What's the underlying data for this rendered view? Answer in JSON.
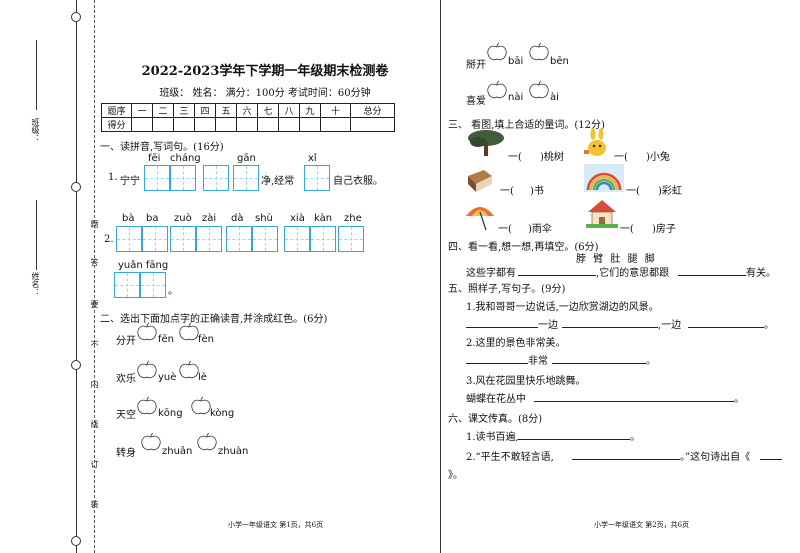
{
  "binding": {
    "class_label": "班级：",
    "name_label": "姓名：",
    "seal_chars": [
      "题",
      "答",
      "要",
      "不",
      "内",
      "线",
      "订",
      "装"
    ]
  },
  "page1": {
    "title": "2022-2023学年下学期一年级期末检测卷",
    "info": "班级：    姓名：   满分：100分   考试时间：60分钟",
    "score_row1": [
      "题序",
      "一",
      "二",
      "三",
      "四",
      "五",
      "六",
      "七",
      "八",
      "九",
      "十",
      "总分"
    ],
    "score_row2": [
      "得分",
      "",
      "",
      "",
      "",
      "",
      "",
      "",
      "",
      "",
      "",
      ""
    ],
    "q1": {
      "heading": "一、读拼音,写词句。(16分)",
      "line1": {
        "no": "1.",
        "pre": "宁宁",
        "py1": "fēi",
        "py2": "cháng",
        "py3": "gān",
        "mid": "净,经常",
        "py4": "xǐ",
        "post": "自己衣服。"
      },
      "line2": {
        "no": "2.",
        "py": [
          "bà",
          "ba",
          "zuò",
          "zài",
          "dà",
          "shù",
          "xià",
          "kàn",
          "zhe"
        ]
      },
      "line3": {
        "py": "yuǎn fāng",
        "end": "。"
      }
    },
    "q2": {
      "heading": "二、选出下面加点字的正确读音,并涂成红色。(6分)",
      "rows": [
        {
          "word": "分开",
          "a": "fēn",
          "b": "fèn"
        },
        {
          "word": "欢乐",
          "a": "yuè",
          "b": "lè"
        },
        {
          "word": "天空",
          "a": "kōng",
          "b": "kòng"
        },
        {
          "word": "转身",
          "a": "zhuǎn",
          "b": "zhuàn"
        }
      ]
    },
    "footer": "小学一年级语文  第1页，共6页"
  },
  "page2": {
    "top_rows": [
      {
        "word": "掰开",
        "a": "bāi",
        "b": "bēn"
      },
      {
        "word": "喜爱",
        "a": "nài",
        "b": "ài"
      }
    ],
    "q3": {
      "heading": "三、 看图,填上合适的量词。(12分)",
      "items": [
        {
          "icon": "tree-icon",
          "pre": "一(",
          "post": ")桃树"
        },
        {
          "icon": "rabbit-icon",
          "pre": "一(",
          "post": ")小兔"
        },
        {
          "icon": "book-icon",
          "pre": "一(",
          "post": ")书"
        },
        {
          "icon": "rainbow-icon",
          "pre": "一(",
          "post": ")彩虹"
        },
        {
          "icon": "umbrella-icon",
          "pre": "一(",
          "post": ")雨伞"
        },
        {
          "icon": "house-icon",
          "pre": "一(",
          "post": ")房子"
        }
      ]
    },
    "q4": {
      "heading": "四、看一看,想一想,再填空。(6分)",
      "chars": "脖 臂 肚 腿 脚",
      "sentence_pre": "这些字都有",
      "sentence_mid": ",它们的意思都跟",
      "sentence_post": "有关。"
    },
    "q5": {
      "heading": "五、照样子,写句子。(9分)",
      "s1": "1.我和哥哥一边说话,一边欣赏湖边的风景。",
      "s1_a": "一边",
      "s1_b": ",一边",
      "s1_end": "。",
      "s2": "2.这里的景色非常美。",
      "s2_a": "非常",
      "s2_end": "。",
      "s3": "3.风在花园里快乐地跳舞。",
      "s3_pre": "蝴蝶在花丛中",
      "s3_end": "。"
    },
    "q6": {
      "heading": "六、课文传真。(8分)",
      "l1": "1.读书百遍,",
      "l1_end": "。",
      "l2_pre": "2.“平生不敢轻言语,",
      "l2_mid": "。”这句诗出自《",
      "l3": "》。"
    },
    "footer": "小学一年级语文  第2页，共6页"
  }
}
